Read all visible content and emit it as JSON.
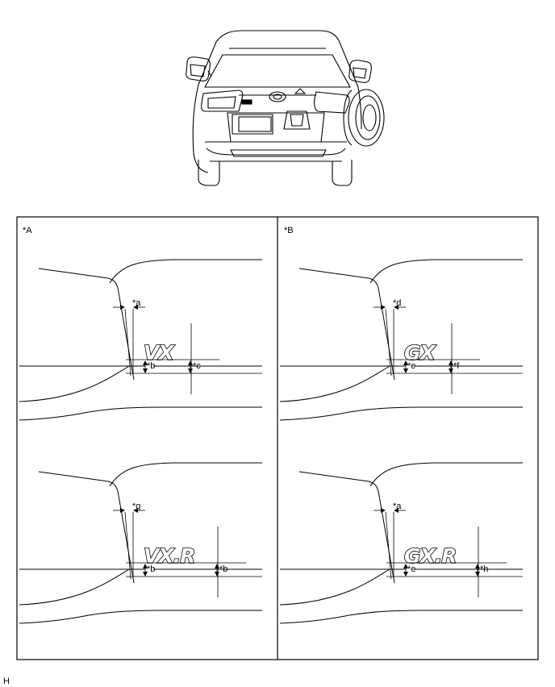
{
  "panels": [
    {
      "label": "*A",
      "details": [
        {
          "badge": "VX",
          "gap_label": "*a",
          "left_height_label": "*b",
          "right_height_label": "*c"
        },
        {
          "badge": "VX.R",
          "gap_label": "*g",
          "left_height_label": "*b",
          "right_height_label": "*b"
        }
      ]
    },
    {
      "label": "*B",
      "details": [
        {
          "badge": "GX",
          "gap_label": "*d",
          "left_height_label": "*e",
          "right_height_label": "*f"
        },
        {
          "badge": "GX.R",
          "gap_label": "*a",
          "left_height_label": "*e",
          "right_height_label": "*h"
        }
      ]
    }
  ],
  "footer_code": "H"
}
